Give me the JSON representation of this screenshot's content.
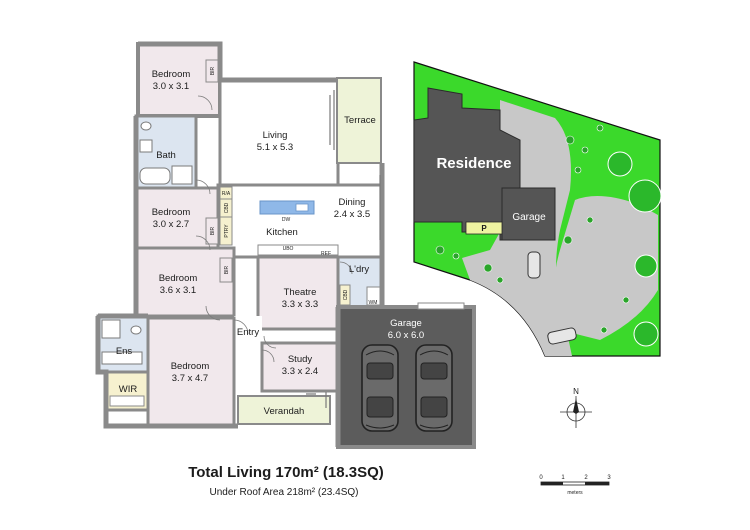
{
  "rooms": {
    "bedroom1": {
      "name": "Bedroom",
      "size": "3.0 x 3.1"
    },
    "bath": {
      "name": "Bath"
    },
    "living": {
      "name": "Living",
      "size": "5.1 x 5.3"
    },
    "terrace": {
      "name": "Terrace"
    },
    "bedroom2": {
      "name": "Bedroom",
      "size": "3.0 x 2.7"
    },
    "dining": {
      "name": "Dining",
      "size": "2.4 x 3.5"
    },
    "kitchen": {
      "name": "Kitchen"
    },
    "bedroom3": {
      "name": "Bedroom",
      "size": "3.6 x 3.1"
    },
    "theatre": {
      "name": "Theatre",
      "size": "3.3 x 3.3"
    },
    "laundry": {
      "name": "L'dry"
    },
    "garage": {
      "name": "Garage",
      "size": "6.0 x 6.0"
    },
    "entry": {
      "name": "Entry"
    },
    "ensuite": {
      "name": "Ens"
    },
    "wir": {
      "name": "WIR"
    },
    "bedroom4": {
      "name": "Bedroom",
      "size": "3.7 x 4.7"
    },
    "study": {
      "name": "Study",
      "size": "3.3 x 2.4"
    },
    "verandah": {
      "name": "Verandah"
    }
  },
  "fixtures": {
    "bir": "BIR",
    "ra": "R/A",
    "cbd": "CBD",
    "ptry": "PTRY",
    "dw": "DW",
    "ubo": "UBO",
    "ref": "REF",
    "wm": "WM"
  },
  "totals": {
    "living": "Total Living 170m² (18.3SQ)",
    "under_roof": "Under Roof Area 218m² (23.4SQ)"
  },
  "site_plan": {
    "residence": "Residence",
    "garage": "Garage",
    "parking": "P"
  },
  "compass": {
    "north": "N"
  },
  "scale": {
    "ticks": [
      "0",
      "1",
      "2",
      "3"
    ],
    "unit": "meters"
  },
  "colors": {
    "wall": "#8a8a8a",
    "room_fill": "#f1e8ec",
    "garage_fill": "#5c5c5c",
    "terrace_fill": "#eef3d8",
    "wet_fill": "#dce5f0",
    "lawn": "#3bd92b",
    "roof": "#555555",
    "paving": "#c8c8c8",
    "accent_blue": "#7aa7d8"
  }
}
